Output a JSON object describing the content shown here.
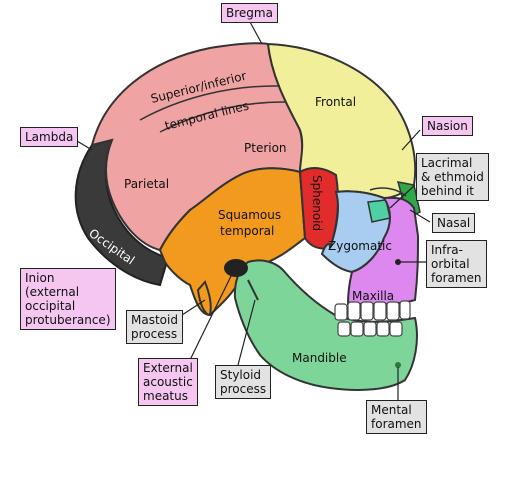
{
  "colors": {
    "parietal": "#f0a3a3",
    "frontal": "#f2ef9a",
    "occipital": "#3a3a3a",
    "squamous_temporal": "#f29a1e",
    "sphenoid": "#e22b2b",
    "zygomatic": "#a9cdf0",
    "maxilla": "#dd88ee",
    "mandible": "#7ed59a",
    "nasal": "#2fa84a",
    "lacrimal": "#4fd0a4",
    "teeth": "#ffffff",
    "label_pink": "#f4c6f0",
    "label_grey": "#e2e2e2"
  },
  "bones": {
    "frontal": "Frontal",
    "parietal": "Parietal",
    "occipital": "Occipital",
    "squamous_temporal_1": "Squamous",
    "squamous_temporal_2": "temporal",
    "sphenoid": "Sphenoid",
    "zygomatic": "Zygomatic",
    "maxilla": "Maxilla",
    "mandible": "Mandible",
    "pterion": "Pterion",
    "temporal_lines_1": "Superior/inferior",
    "temporal_lines_2": "temporal lines"
  },
  "labels": {
    "bregma": "Bregma",
    "lambda": "Lambda",
    "nasion": "Nasion",
    "lacrimal": "Lacrimal\n& ethmoid\nbehind it",
    "nasal": "Nasal",
    "infraorbital": "Infra-\norbital\nforamen",
    "inion": "Inion\n(external\noccipital\nprotuberance)",
    "mastoid": "Mastoid\nprocess",
    "external_acoustic": "External\nacoustic\nmeatus",
    "styloid": "Styloid\nprocess",
    "mental": "Mental\nforamen"
  }
}
